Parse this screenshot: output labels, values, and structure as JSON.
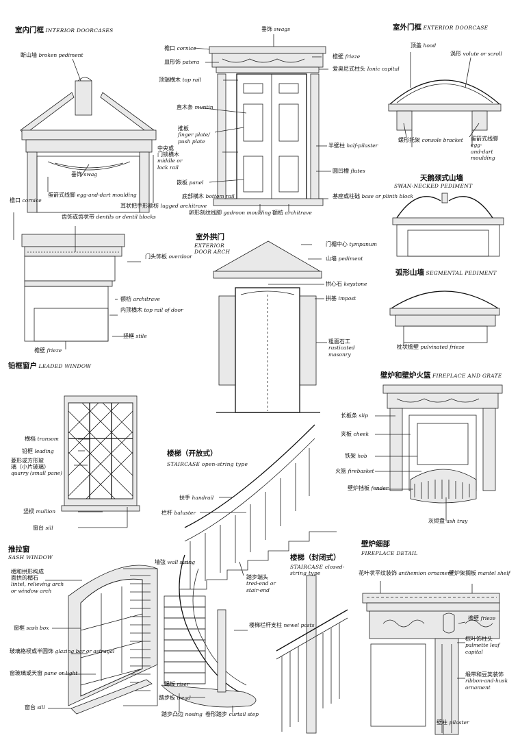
{
  "sections": {
    "interior_doorcases": {
      "zh": "室内门框",
      "en": "INTERIOR DOORCASES"
    },
    "exterior_doorcase": {
      "zh": "室外门框",
      "en": "EXTERIOR DOORCASE"
    },
    "swan_necked": {
      "zh": "天鹅颈式山墙",
      "en": "SWAN-NECKED PEDIMENT"
    },
    "segmental": {
      "zh": "弧形山墙",
      "en": "SEGMENTAL PEDIMENT"
    },
    "exterior_arch": {
      "zh": "室外拱门",
      "en": "EXTERIOR\nDOOR ARCH"
    },
    "leaded_window": {
      "zh": "铅框窗户",
      "en": "LEADED WINDOW"
    },
    "fireplace": {
      "zh": "壁炉和壁炉火篮",
      "en": "FIREPLACE AND GRATE"
    },
    "staircase_open": {
      "zh": "楼梯（开放式）",
      "en": "STAIRCASE open-string type"
    },
    "sash_window": {
      "zh": "推拉窗",
      "en": "SASH WINDOW"
    },
    "staircase_closed": {
      "zh": "楼梯（封闭式）",
      "en": "STAIRCASE closed-string type"
    },
    "fireplace_detail": {
      "zh": "壁炉细部",
      "en": "FIREPLACE DETAIL"
    }
  },
  "labels": {
    "broken_pediment": {
      "zh": "断山墙",
      "en": "broken pediment"
    },
    "swag_left": {
      "zh": "垂饰",
      "en": "swag"
    },
    "egg_dart_left": {
      "zh": "蛋箭式线脚",
      "en": "egg-and-dart moulding"
    },
    "lugged": {
      "zh": "耳状把手形额枋",
      "en": "lugged architrave"
    },
    "swags_top": {
      "zh": "垂饰",
      "en": "swags"
    },
    "cornice_top": {
      "zh": "檐口",
      "en": "cornice"
    },
    "patera": {
      "zh": "皿形饰",
      "en": "patera"
    },
    "top_rail": {
      "zh": "顶端横木",
      "en": "top rail"
    },
    "muntin": {
      "zh": "直木条",
      "en": "muntin"
    },
    "finger_plate": {
      "zh": "推板",
      "en": "finger plate/\npush plate"
    },
    "middle_rail": {
      "zh": "中央或\n门锁横木",
      "en": "middle or\nlock rail"
    },
    "panel": {
      "zh": "嵌板",
      "en": "panel"
    },
    "bottom_rail": {
      "zh": "底部横木",
      "en": "bottom rail"
    },
    "gadroon": {
      "zh": "卵形刻纹线脚",
      "en": "gadroon moulding"
    },
    "frieze_top": {
      "zh": "檐壁",
      "en": "frieze"
    },
    "ionic": {
      "zh": "爱奥尼式柱头",
      "en": "Ionic capital"
    },
    "half_pilaster": {
      "zh": "半壁柱",
      "en": "half-pilaster"
    },
    "flutes": {
      "zh": "圆凹槽",
      "en": "flutes"
    },
    "plinth": {
      "zh": "基座或柱础",
      "en": "base or plinth block"
    },
    "architrave_mid": {
      "zh": "额枋",
      "en": "architrave"
    },
    "hood": {
      "zh": "顶盖",
      "en": "hood"
    },
    "volute": {
      "zh": "涡形",
      "en": "volute or scroll"
    },
    "console": {
      "zh": "螺形托架",
      "en": "console bracket"
    },
    "egg_dart_right": {
      "zh": "蛋箭式线脚",
      "en": "egg-\nand-dart\nmoulding"
    },
    "cornice_left": {
      "zh": "檐口",
      "en": "cornice"
    },
    "dentils": {
      "zh": "齿饰或齿状带",
      "en": "dentils or dentil blocks"
    },
    "overdoor": {
      "zh": "门头饰板",
      "en": "overdoor"
    },
    "architrave_left": {
      "zh": "额枋",
      "en": "architrave"
    },
    "top_rail_door": {
      "zh": "内顶横木",
      "en": "top rail of door"
    },
    "stile": {
      "zh": "竖框",
      "en": "stile"
    },
    "frieze_left": {
      "zh": "檐壁",
      "en": "frieze"
    },
    "tympanum": {
      "zh": "门楣中心",
      "en": "tympanum"
    },
    "pediment": {
      "zh": "山墙",
      "en": "pediment"
    },
    "keystone": {
      "zh": "拱心石",
      "en": "keystone"
    },
    "impost": {
      "zh": "拱基",
      "en": "impost"
    },
    "rusticated": {
      "zh": "粗面石工",
      "en": "rusticated\nmasonry"
    },
    "pulvinated": {
      "zh": "枕状檐壁",
      "en": "pulvinated frieze"
    },
    "transom": {
      "zh": "横档",
      "en": "transom"
    },
    "leading": {
      "zh": "铅框",
      "en": "leading"
    },
    "quarry": {
      "zh": "菱形或方形玻\n璃（小片玻璃）",
      "en": "quarry (small pane)"
    },
    "mullion": {
      "zh": "竖棂",
      "en": "mullion"
    },
    "sill_left": {
      "zh": "窗台",
      "en": "sill"
    },
    "slip": {
      "zh": "长板条",
      "en": "slip"
    },
    "cheek": {
      "zh": "夹板",
      "en": "cheek"
    },
    "hob": {
      "zh": "铁架",
      "en": "hob"
    },
    "firebasket": {
      "zh": "火篮",
      "en": "firebasket"
    },
    "fender": {
      "zh": "壁炉挡板",
      "en": "fender"
    },
    "ash_tray": {
      "zh": "灰烬盘",
      "en": "ash tray"
    },
    "handrail": {
      "zh": "扶手",
      "en": "handrail"
    },
    "baluster": {
      "zh": "栏杆",
      "en": "baluster"
    },
    "lintel": {
      "zh": "楣和拱形构成\n面拱的楣石",
      "en": "lintel, relieving arch\nor window arch"
    },
    "sash_box": {
      "zh": "窗框",
      "en": "sash box"
    },
    "glazing_bar": {
      "zh": "玻璃格棂或半圆饰",
      "en": "glazing bar or astragal"
    },
    "pane": {
      "zh": "窗玻璃或天窗",
      "en": "pane or light"
    },
    "sill_sash": {
      "zh": "窗台",
      "en": "sill"
    },
    "wall_string": {
      "zh": "墙弦",
      "en": "wall string"
    },
    "tread_end": {
      "zh": "踏步端头",
      "en": "tred-end or\nstair-end"
    },
    "newel": {
      "zh": "楼梯栏杆支柱",
      "en": "newel posts"
    },
    "riser": {
      "zh": "踢板",
      "en": "riser"
    },
    "tread": {
      "zh": "踏步板",
      "en": "tread"
    },
    "nosing": {
      "zh": "踏步凸边",
      "en": "nosing"
    },
    "curtail": {
      "zh": "卷形踏步",
      "en": "curtail step"
    },
    "anthemion": {
      "zh": "花叶状平纹装饰",
      "en": "anthemion ornament"
    },
    "mantel": {
      "zh": "壁炉架搁板",
      "en": "mantel shelf"
    },
    "frieze_fp": {
      "zh": "檐壁",
      "en": "frieze"
    },
    "palmette": {
      "zh": "棕叶饰柱头",
      "en": "palmette leaf\ncapital"
    },
    "ribbon": {
      "zh": "缎带和豆荚装饰",
      "en": "ribbon-and-husk\nornament"
    },
    "pilaster": {
      "zh": "壁柱",
      "en": "pilaster"
    }
  }
}
